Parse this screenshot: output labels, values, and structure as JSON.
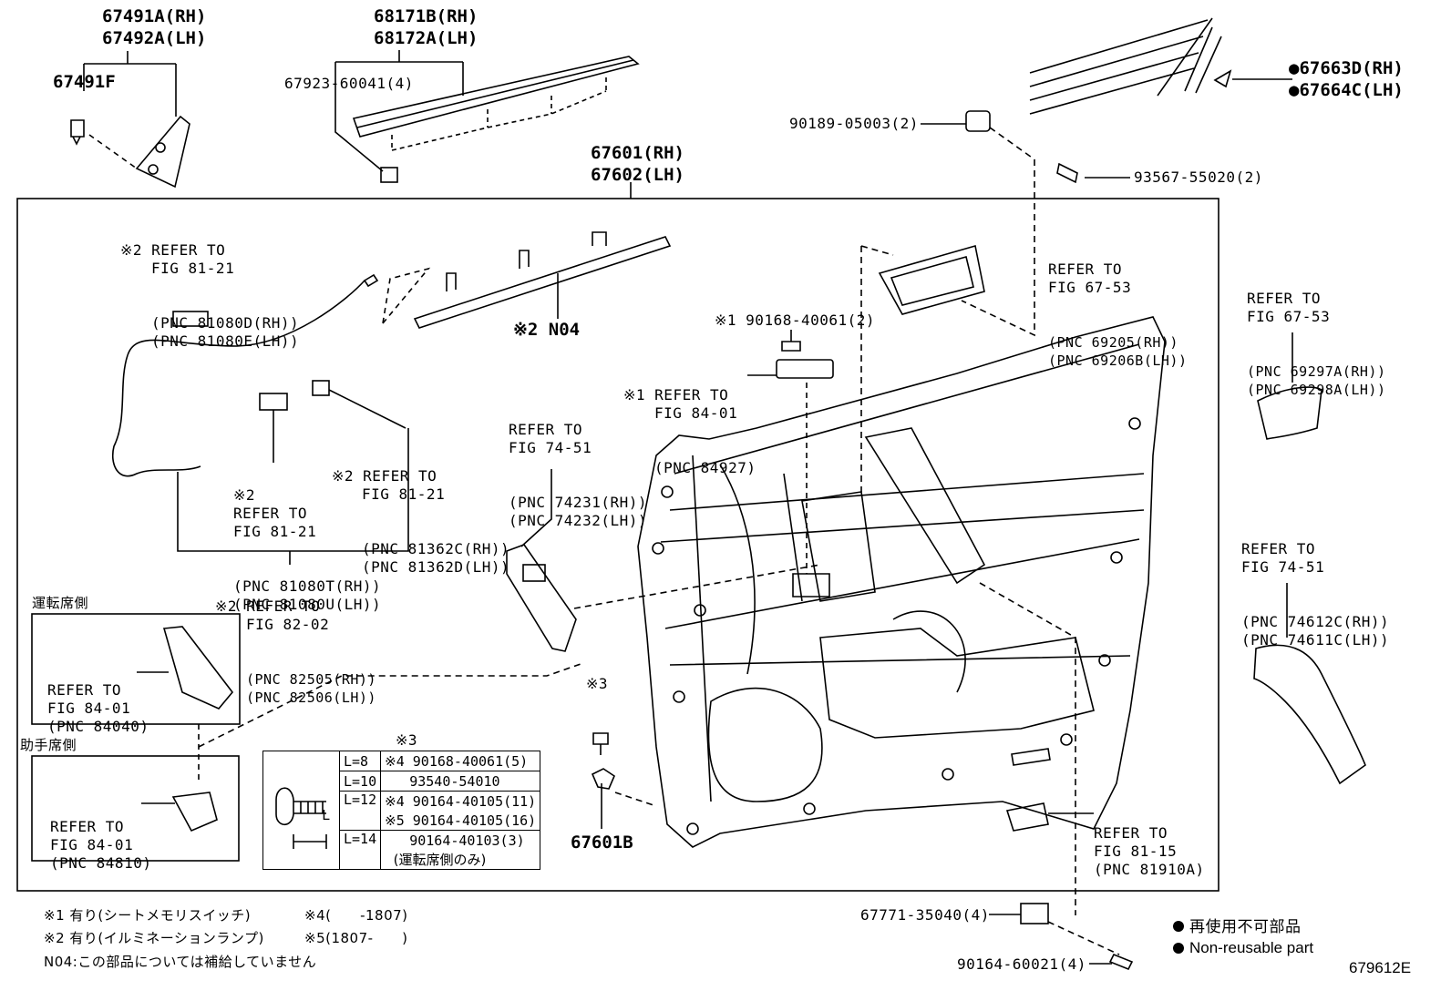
{
  "labels": {
    "a67491A": "67491A(RH)",
    "a67492A": "67492A(LH)",
    "a67491F": "67491F",
    "a68171B": "68171B(RH)",
    "a68172A": "68172A(LH)",
    "a67923": "67923-60041(4)",
    "a67601": "67601(RH)",
    "a67602": "67602(LH)",
    "a90189": "90189-05003(2)",
    "a93567": "93567-55020(2)",
    "a67663D": "●67663D(RH)",
    "a67664C": "●67664C(LH)",
    "a67601B": "67601B",
    "a67771": "67771-35040(4)",
    "a90164_60021": "90164-60021(4)",
    "n04": "※2 N04",
    "mark3": "※3",
    "mark3_table": "※3",
    "code": "679612E",
    "driver_side": "運転席側",
    "passenger_side": "助手席側"
  },
  "refs": {
    "r1": [
      "※2 REFER TO",
      "FIG 81-21",
      "(PNC 81080D(RH))",
      "(PNC 81080E(LH))"
    ],
    "r2": [
      "※2 REFER TO",
      "FIG 81-21",
      "(PNC 81362C(RH))",
      "(PNC 81362D(LH))"
    ],
    "r3": [
      "※2",
      "REFER TO",
      "FIG 81-21",
      "(PNC 81080T(RH))",
      "(PNC 81080U(LH))"
    ],
    "r4": [
      "※2 REFER TO",
      "FIG 82-02",
      "(PNC 82505(RH))",
      "(PNC 82506(LH))"
    ],
    "r5": [
      "REFER TO",
      "FIG 74-51",
      "(PNC 74231(RH))",
      "(PNC 74232(LH))"
    ],
    "r6": [
      "※1 90168-40061(2)"
    ],
    "r7": [
      "※1 REFER TO",
      "FIG 84-01",
      "(PNC 84927)"
    ],
    "r8": [
      "REFER TO",
      "FIG 67-53",
      "(PNC 69205(RH))",
      "(PNC 69206B(LH))"
    ],
    "r9": [
      "REFER TO",
      "FIG 67-53",
      "(PNC 69297A(RH))",
      "(PNC 69298A(LH))"
    ],
    "r10": [
      "REFER TO",
      "FIG 74-51",
      "(PNC 74612C(RH))",
      "(PNC 74611C(LH))"
    ],
    "r11": [
      "REFER TO",
      "FIG 84-01",
      "(PNC 84040)"
    ],
    "r12": [
      "REFER TO",
      "FIG 84-01",
      "(PNC 84810)"
    ],
    "r13": [
      "REFER TO",
      "FIG 81-15",
      "(PNC 81910A)"
    ]
  },
  "table": {
    "dim_label": "L",
    "rows": [
      {
        "len": "L=8",
        "part": "※4 90168-40061(5)"
      },
      {
        "len": "L=10",
        "part": "   93540-54010"
      },
      {
        "len": "L=12",
        "part": "※4 90164-40105(11)"
      },
      {
        "len": "",
        "part": "※5 90164-40105(16)"
      },
      {
        "len": "L=14",
        "part": "   90164-40103(3)"
      },
      {
        "len": "",
        "part": "  (運転席側のみ)"
      }
    ]
  },
  "notes": {
    "n1": "※1 有り(シートメモリスイッチ)",
    "n2": "※2 有り(イルミネーションランプ)",
    "n3": "N04:この部品については補給していません",
    "n4": "※4(      -1807)",
    "n5": "※5(1807-      )"
  },
  "legend": {
    "jp": "再使用不可部品",
    "en": "Non-reusable part"
  }
}
